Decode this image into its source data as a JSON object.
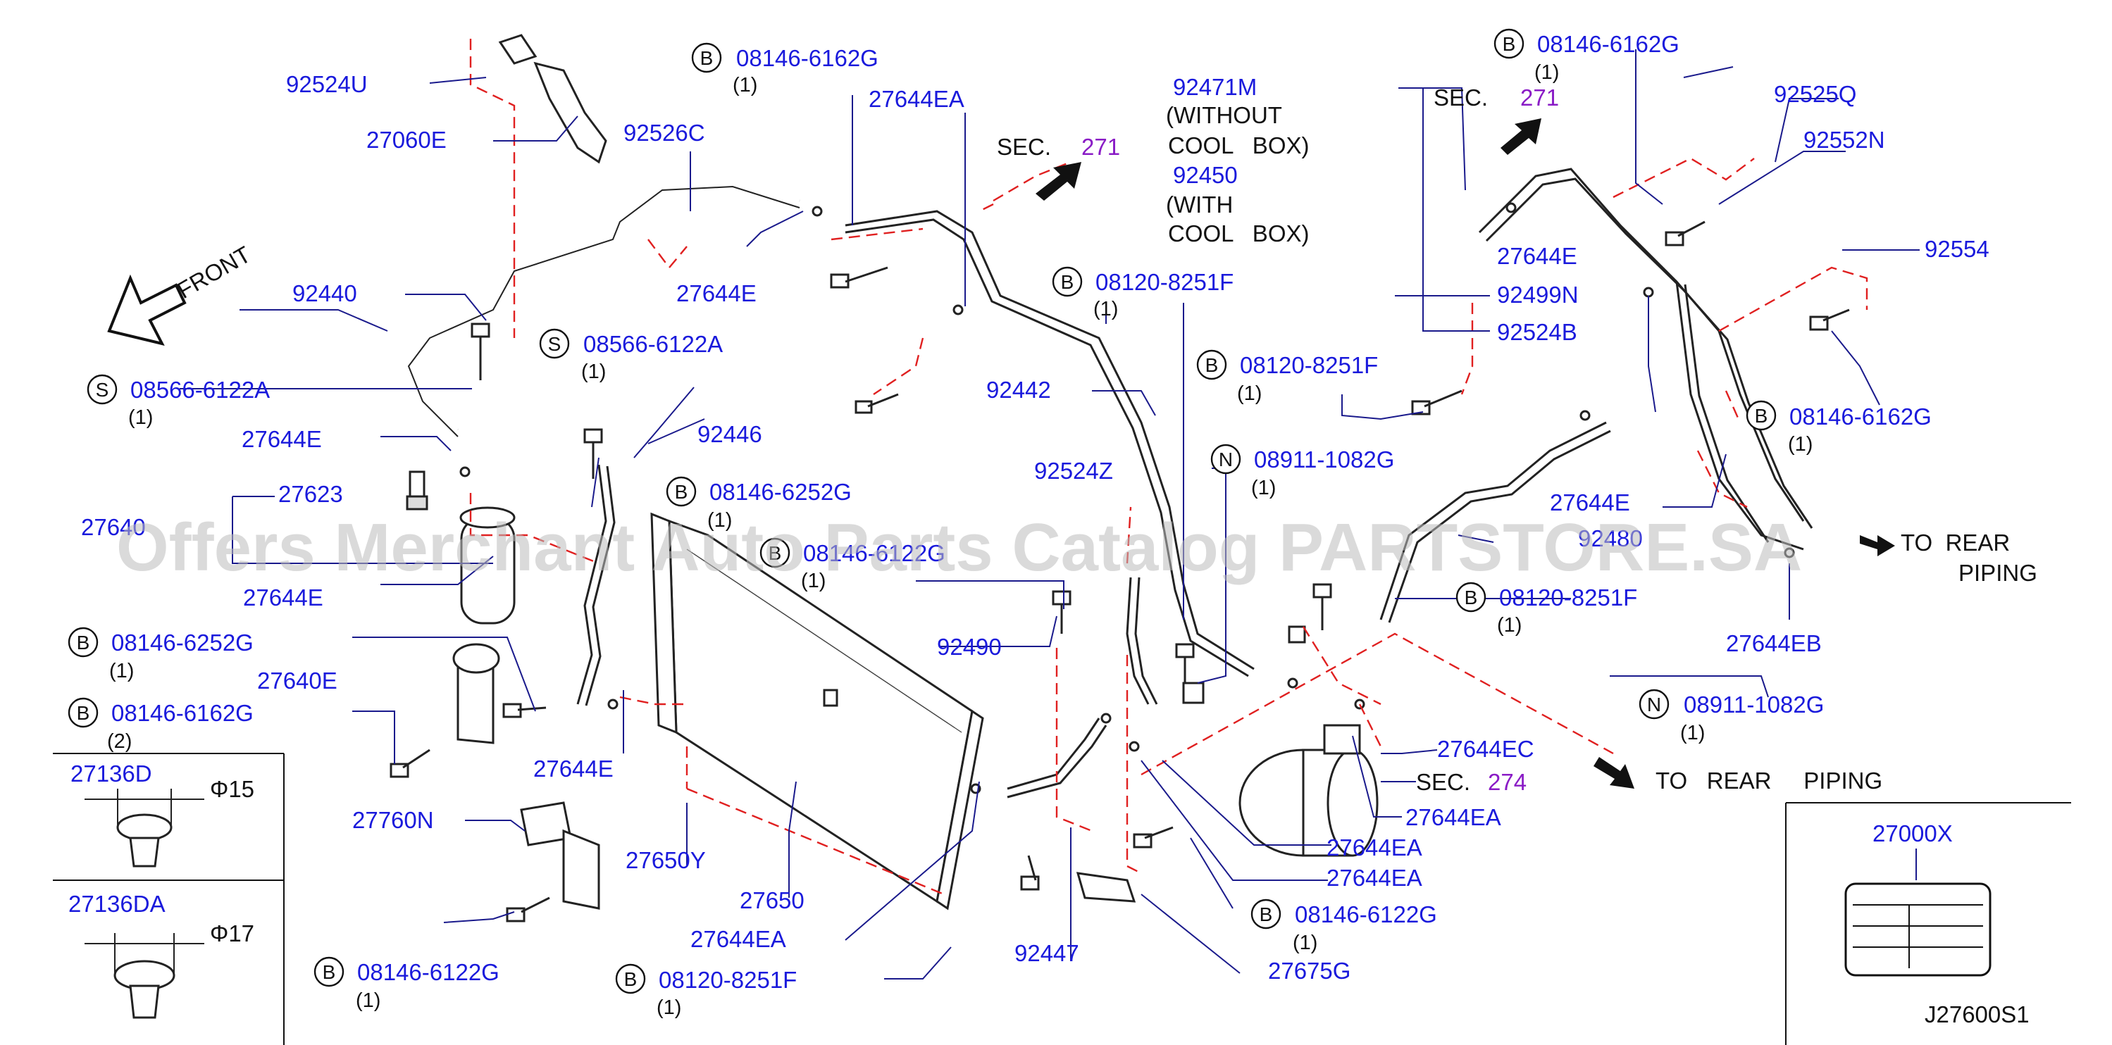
{
  "callouts": [
    {
      "part": "92524U"
    },
    {
      "part": "27060E"
    },
    {
      "part": "92526C"
    },
    {
      "prefix": "B",
      "part": "08146-6162G",
      "qty": "(1)"
    },
    {
      "part": "27644EA"
    },
    {
      "sec_label": "SEC.",
      "sec_num": "271"
    },
    {
      "part": "92471M"
    },
    {
      "note": "(WITHOUT"
    },
    {
      "note": "COOL   BOX)"
    },
    {
      "part": "92450"
    },
    {
      "note": "(WITH"
    },
    {
      "note": "COOL   BOX)"
    },
    {
      "prefix": "B",
      "part": "08146-6162G",
      "qty": "(1)"
    },
    {
      "sec_label": "SEC.",
      "sec_num": "271"
    },
    {
      "part": "92525Q"
    },
    {
      "part": "92552N"
    },
    {
      "part": "27644E"
    },
    {
      "part": "92554"
    },
    {
      "part": "92440"
    },
    {
      "part": "27644E"
    },
    {
      "prefix": "B",
      "part": "08120-8251F",
      "qty": "(1)"
    },
    {
      "part": "92499N"
    },
    {
      "part": "92524B"
    },
    {
      "prefix": "S",
      "part": "08566-6122A",
      "qty": "(1)"
    },
    {
      "prefix": "S",
      "part": "08566-6122A",
      "qty": "(1)"
    },
    {
      "prefix": "B",
      "part": "08120-8251F",
      "qty": "(1)"
    },
    {
      "part": "92442"
    },
    {
      "prefix": "B",
      "part": "08146-6162G",
      "qty": "(1)"
    },
    {
      "part": "27644E"
    },
    {
      "part": "92446"
    },
    {
      "prefix": "N",
      "part": "08911-1082G",
      "qty": "(1)"
    },
    {
      "part": "27644E"
    },
    {
      "part": "27623"
    },
    {
      "prefix": "B",
      "part": "08146-6252G",
      "qty": "(1)"
    },
    {
      "part": "92524Z"
    },
    {
      "part": "27640"
    },
    {
      "prefix": "B",
      "part": "08146-6122G",
      "qty": "(1)"
    },
    {
      "part": "92480"
    },
    {
      "note": "TO  REAR"
    },
    {
      "note": "PIPING"
    },
    {
      "part": "27644E"
    },
    {
      "prefix": "B",
      "part": "08120-8251F",
      "qty": "(1)"
    },
    {
      "part": "27644EB"
    },
    {
      "prefix": "B",
      "part": "08146-6252G",
      "qty": "(1)"
    },
    {
      "part": "92490"
    },
    {
      "part": "27640E"
    },
    {
      "prefix": "B",
      "part": "08146-6162G",
      "qty": "(2)"
    },
    {
      "prefix": "N",
      "part": "08911-1082G",
      "qty": "(1)"
    },
    {
      "part": "27644E"
    },
    {
      "part": "27644EC"
    },
    {
      "part": "27136D"
    },
    {
      "part": "27760N"
    },
    {
      "sec_label": "SEC.",
      "sec_num": "274"
    },
    {
      "note": "TO   REAR     PIPING"
    },
    {
      "part": "27650Y"
    },
    {
      "part": "27644EA"
    },
    {
      "part": "27000X"
    },
    {
      "part": "27650"
    },
    {
      "part": "27644EA"
    },
    {
      "part": "27136DA"
    },
    {
      "part": "27644EA"
    },
    {
      "prefix": "B",
      "part": "08146-6122G",
      "qty": "(1)"
    },
    {
      "part": "27644EA"
    },
    {
      "part": "92447"
    },
    {
      "prefix": "B",
      "part": "08146-6122G",
      "qty": "(1)"
    },
    {
      "prefix": "B",
      "part": "08120-8251F",
      "qty": "(1)"
    },
    {
      "part": "27675G"
    }
  ],
  "front_label": "FRONT",
  "clip_diameters": [
    "Φ15",
    "Φ17"
  ],
  "diagram_code": "J27600S1",
  "watermark": "Offers Merchant Auto Parts Catalog PARTSTORE.SA"
}
